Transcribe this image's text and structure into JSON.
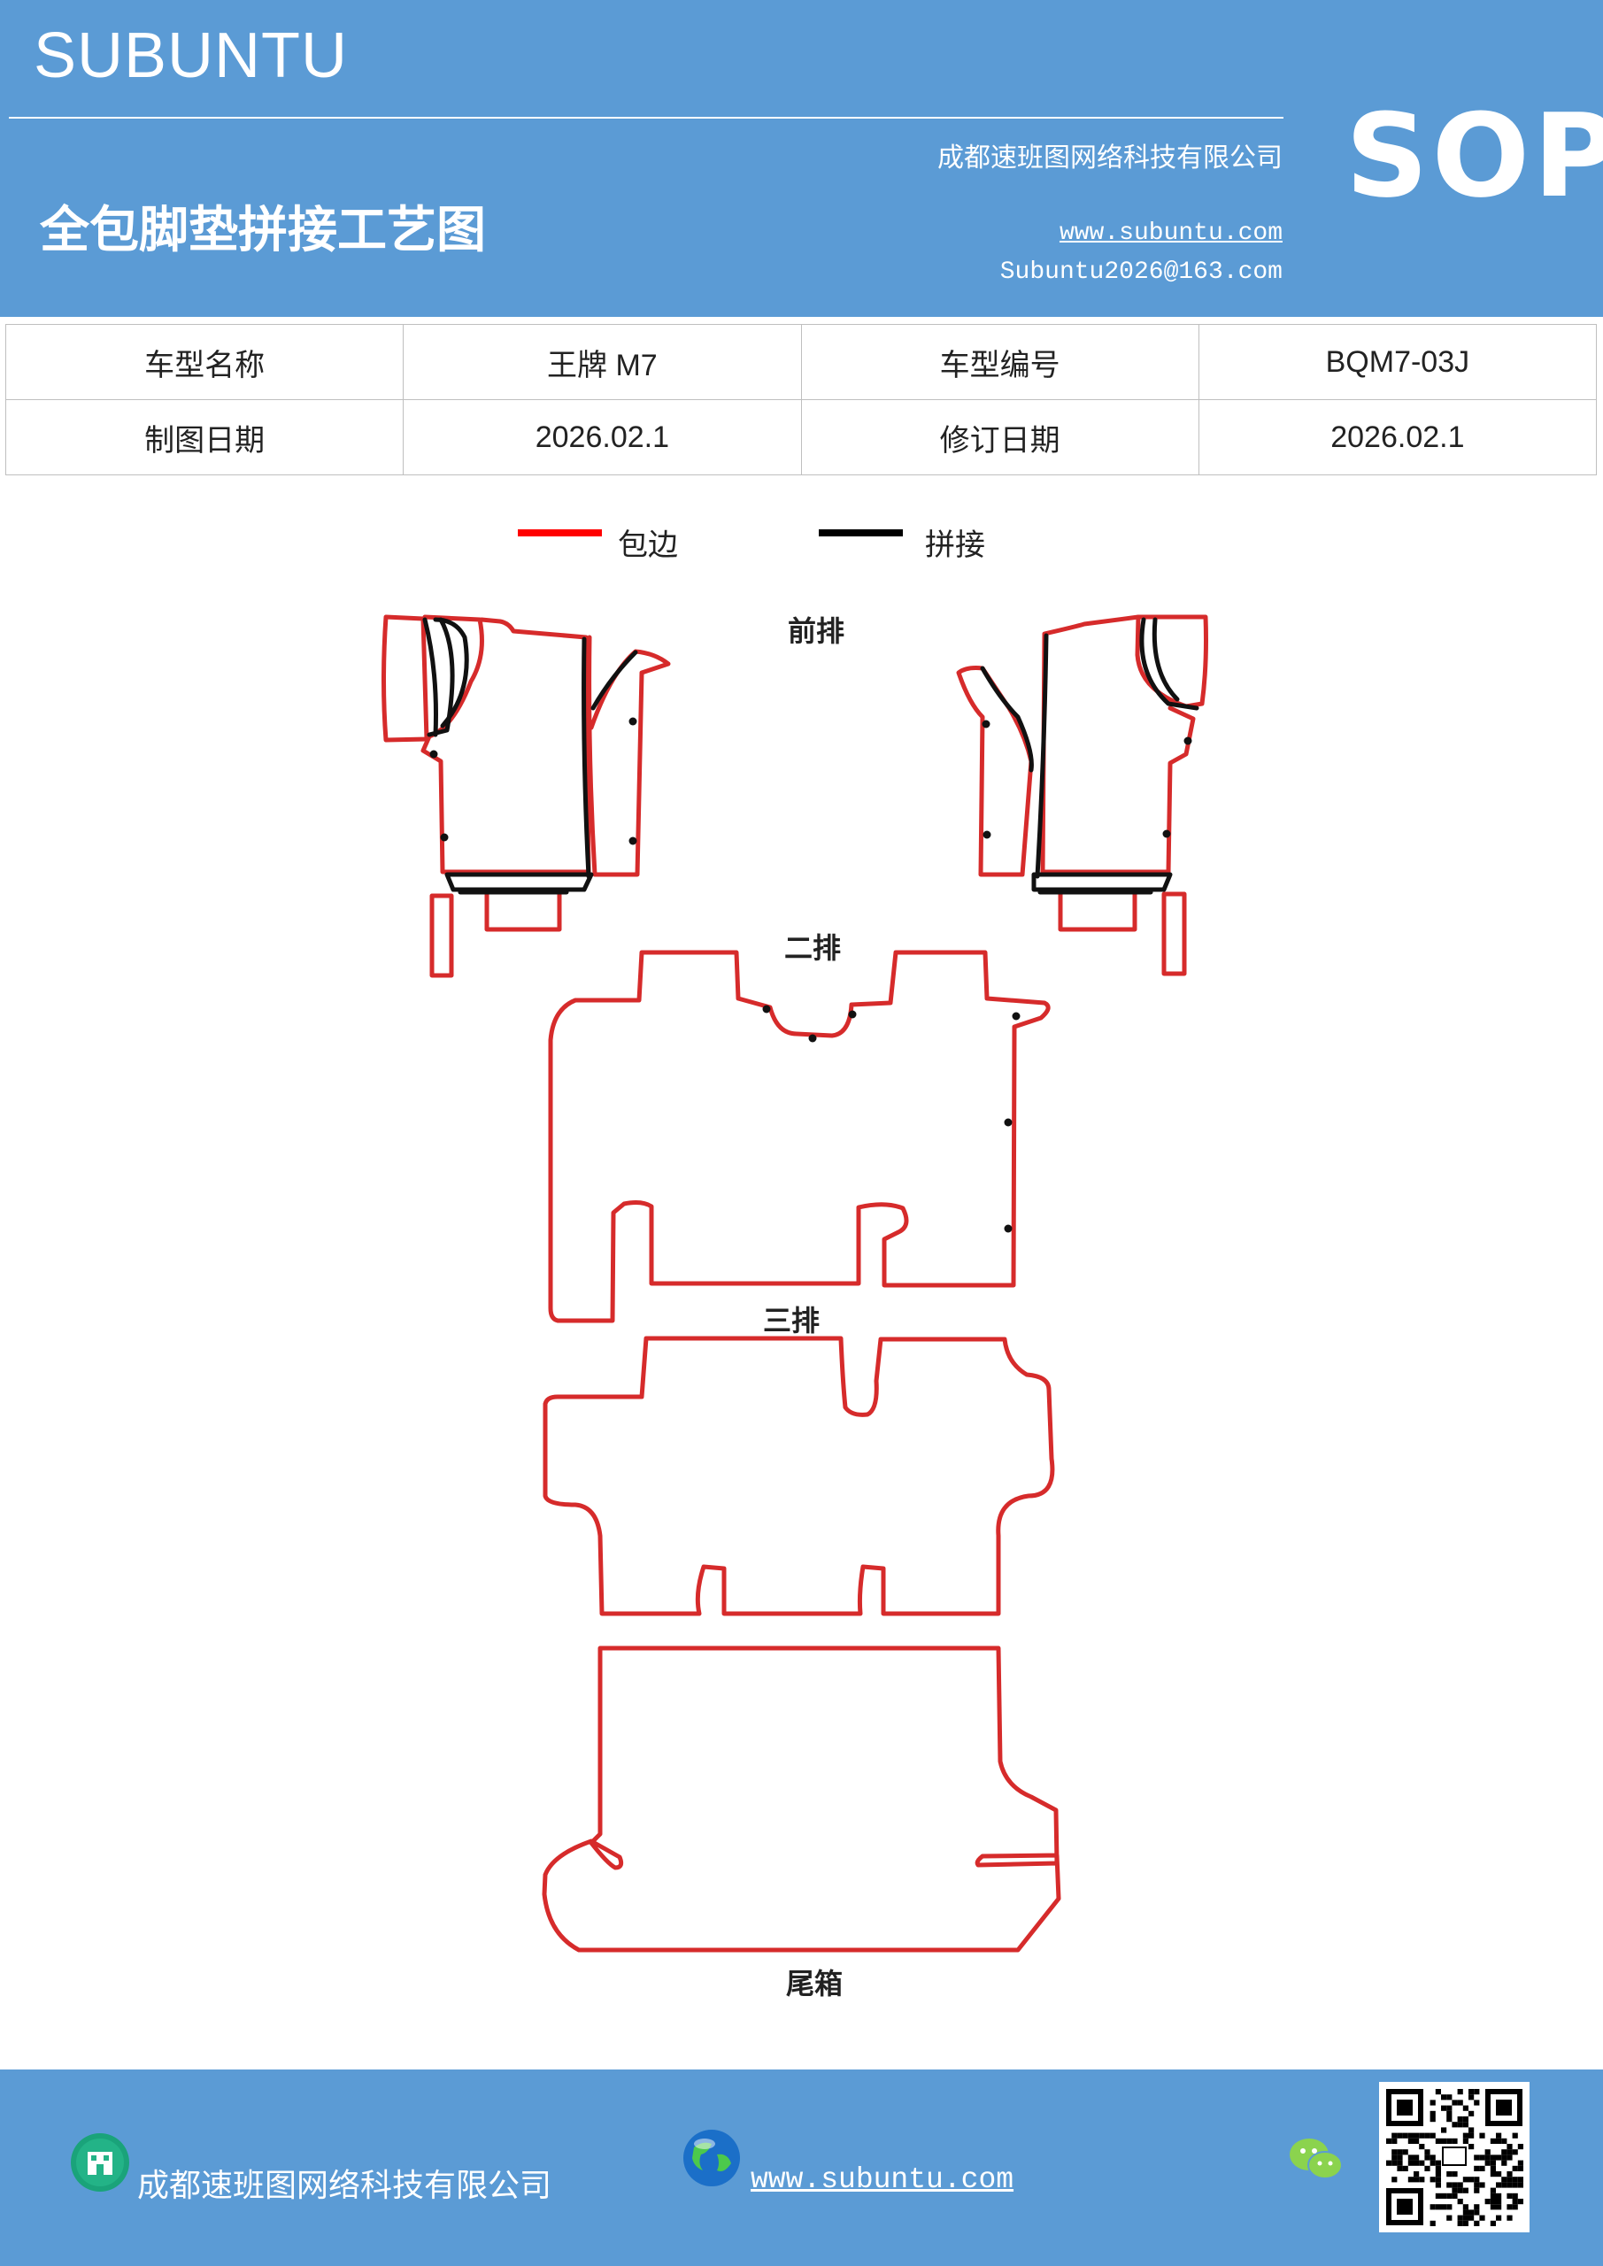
{
  "header": {
    "brand": "SUBUNTU",
    "badge": "SOP",
    "company": "成都速班图网络科技有限公司",
    "title": "全包脚垫拼接工艺图",
    "website": "www.subuntu.com",
    "email": "Subuntu2026@163.com"
  },
  "info_table": {
    "model_name_label": "车型名称",
    "model_name": "王牌 M7",
    "model_code_label": "车型编号",
    "model_code": "BQM7-03J",
    "draw_date_label": "制图日期",
    "draw_date": "2026.02.1",
    "revise_date_label": "修订日期",
    "revise_date": "2026.02.1"
  },
  "legend": {
    "edge_label": "包边",
    "edge_color": "#ff0000",
    "join_label": "拼接",
    "join_color": "#000000"
  },
  "sections": {
    "front": "前排",
    "second": "二排",
    "third": "三排",
    "trunk": "尾箱"
  },
  "colors": {
    "outline_red": "#d62b2b",
    "seam_black": "#111111",
    "header_blue": "#5b9bd5"
  },
  "footer": {
    "company": "成都速班图网络科技有限公司",
    "website": "www.subuntu.com",
    "company_icon": "building-icon",
    "web_icon": "globe-icon",
    "wechat_icon": "wechat-icon",
    "qr": "qr-code"
  }
}
